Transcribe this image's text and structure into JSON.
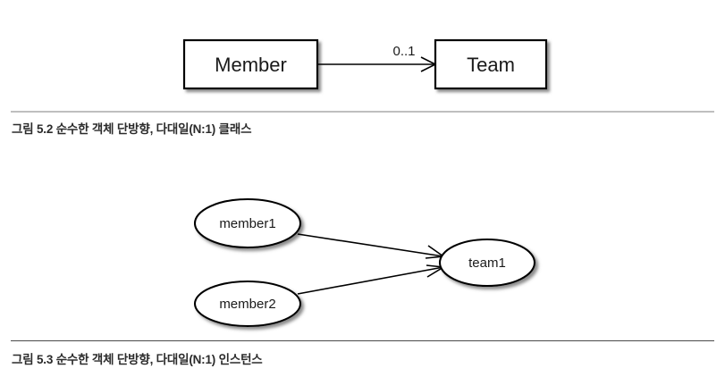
{
  "page": {
    "background_color": "#ffffff",
    "text_color": "#1a1a1a",
    "caption_color": "#2b2b2b",
    "stroke_color": "#000000",
    "rule_color_light": "#bfbfbf",
    "rule_color_dark": "#4a4a4a"
  },
  "figures": [
    {
      "id": "figure-5-2",
      "caption": "그림 5.2 순수한 객체 단방향, 다대일(N:1) 클래스",
      "diagram_type": "uml-class-diagram",
      "nodes": [
        {
          "id": "member-class",
          "label": "Member",
          "shape": "rectangle"
        },
        {
          "id": "team-class",
          "label": "Team",
          "shape": "rectangle"
        }
      ],
      "edges": [
        {
          "id": "member-to-team-association",
          "from": "member-class",
          "to": "team-class",
          "label": "0..1",
          "direction": "unidirectional",
          "arrow": "open"
        }
      ]
    },
    {
      "id": "figure-5-3",
      "caption": "그림 5.3 순수한 객체 단방향, 다대일(N:1) 인스턴스",
      "diagram_type": "uml-object-diagram",
      "nodes": [
        {
          "id": "member1-instance",
          "label": "member1",
          "shape": "ellipse"
        },
        {
          "id": "member2-instance",
          "label": "member2",
          "shape": "ellipse"
        },
        {
          "id": "team1-instance",
          "label": "team1",
          "shape": "ellipse"
        }
      ],
      "edges": [
        {
          "id": "member1-to-team1-link",
          "from": "member1-instance",
          "to": "team1-instance",
          "label": "",
          "direction": "unidirectional",
          "arrow": "open"
        },
        {
          "id": "member2-to-team1-link",
          "from": "member2-instance",
          "to": "team1-instance",
          "label": "",
          "direction": "unidirectional",
          "arrow": "open"
        }
      ]
    }
  ]
}
